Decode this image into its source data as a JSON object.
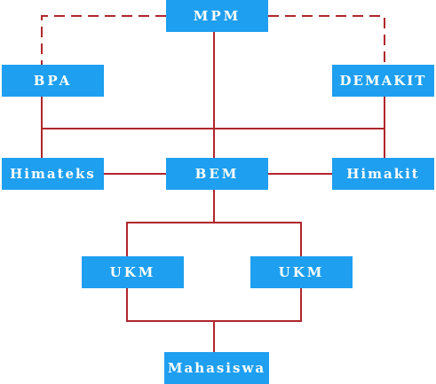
{
  "line_color": "#b0262c",
  "box_color": "#1e9ff0",
  "text_color": "#ffffff",
  "nodes": {
    "mpm": "MPM",
    "bpa": "BPA",
    "demakit": "DEMAKIT",
    "himateks": "Himateks",
    "bem": "BEM",
    "himakit": "Himakit",
    "ukm_left": "UKM",
    "ukm_right": "UKM",
    "mahasiswa": "Mahasiswa"
  }
}
